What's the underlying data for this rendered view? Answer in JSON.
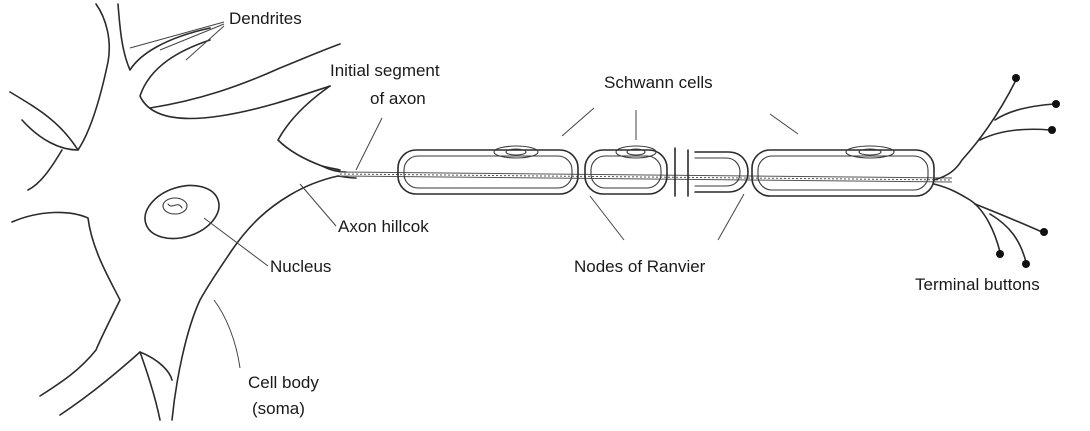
{
  "labels": {
    "dendrites": "Dendrites",
    "initial_segment_line1": "Initial segment",
    "initial_segment_line2": "of axon",
    "schwann_cells": "Schwann cells",
    "axon_hillock": "Axon hillcok",
    "nucleus": "Nucleus",
    "nodes_of_ranvier": "Nodes of Ranvier",
    "terminal_buttons": "Terminal buttons",
    "cell_body_line1": "Cell body",
    "cell_body_line2": "(soma)"
  },
  "colors": {
    "ink": "#2b2b2b",
    "background": "#ffffff"
  }
}
